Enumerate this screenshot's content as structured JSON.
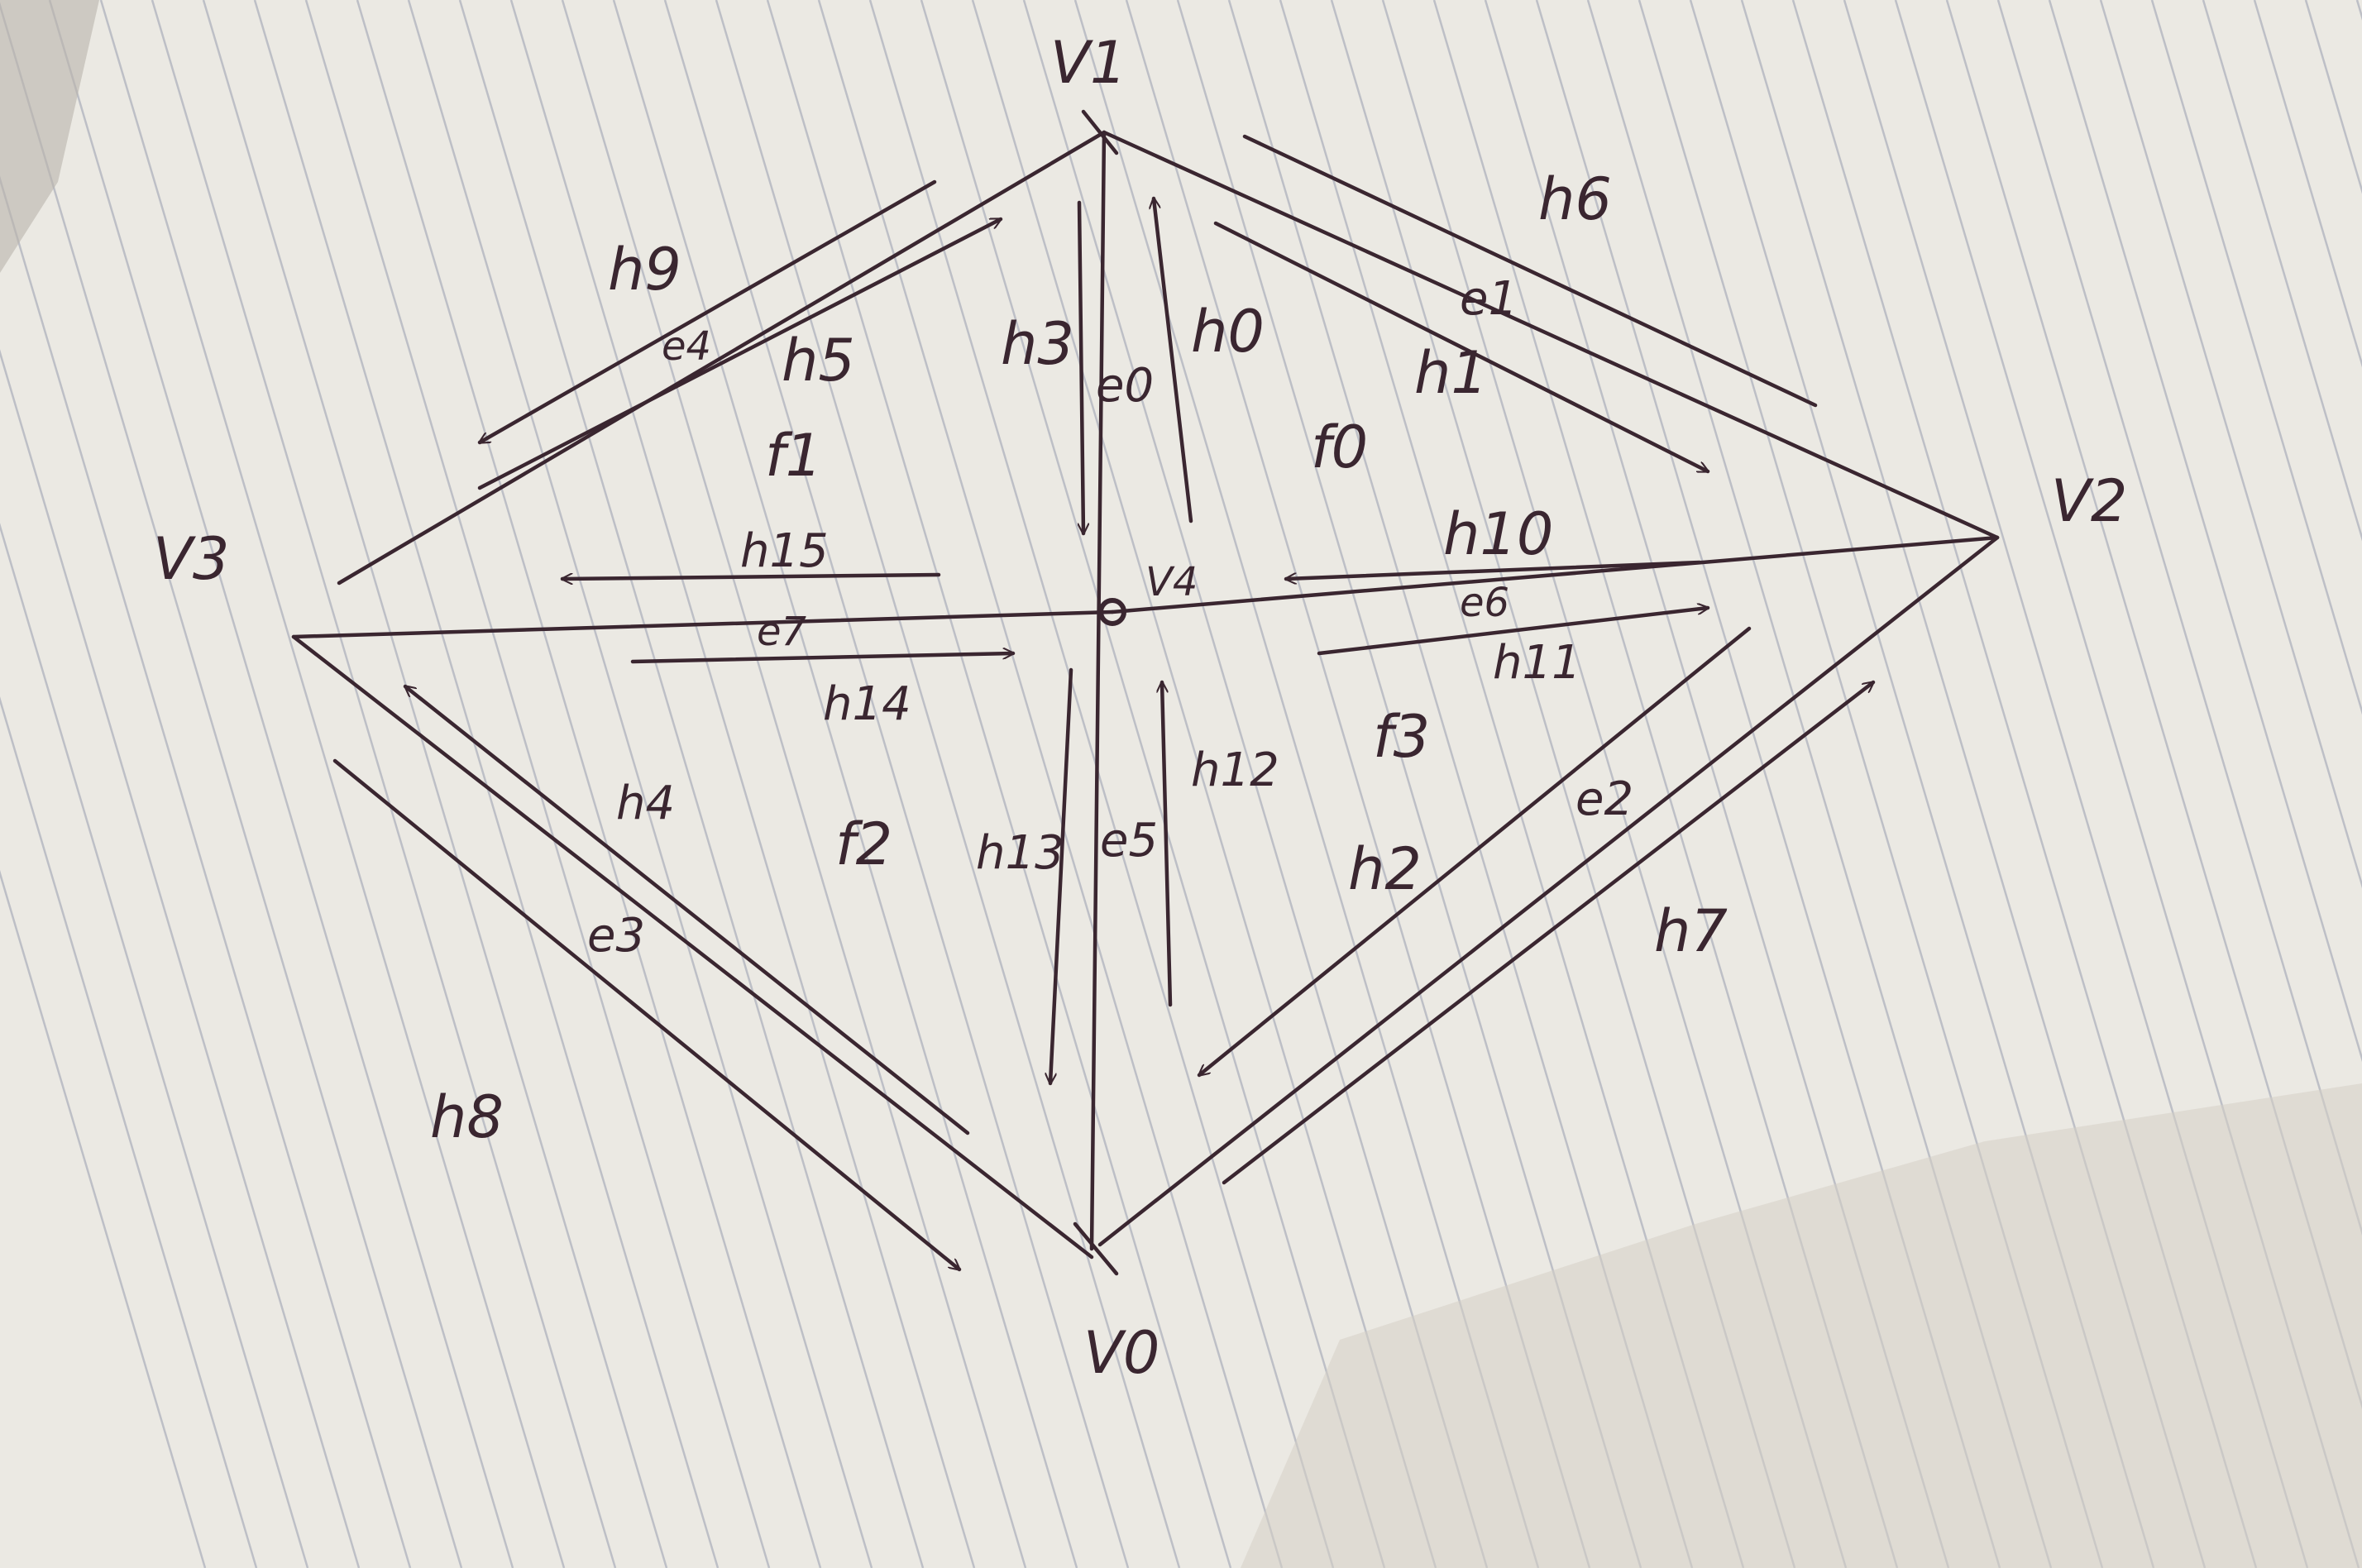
{
  "diagram": {
    "vertices": [
      {
        "id": "v0",
        "label": "V0"
      },
      {
        "id": "v1",
        "label": "V1"
      },
      {
        "id": "v2",
        "label": "V2"
      },
      {
        "id": "v3",
        "label": "V3"
      },
      {
        "id": "v4",
        "label": "V4"
      }
    ],
    "edges": [
      {
        "id": "e0",
        "label": "e0"
      },
      {
        "id": "e1",
        "label": "e1"
      },
      {
        "id": "e2",
        "label": "e2"
      },
      {
        "id": "e3",
        "label": "e3"
      },
      {
        "id": "e4",
        "label": "e4"
      },
      {
        "id": "e5",
        "label": "e5"
      },
      {
        "id": "e6",
        "label": "e6"
      },
      {
        "id": "e7",
        "label": "e7"
      }
    ],
    "faces": [
      {
        "id": "f0",
        "label": "f0"
      },
      {
        "id": "f1",
        "label": "f1"
      },
      {
        "id": "f2",
        "label": "f2"
      },
      {
        "id": "f3",
        "label": "f3"
      }
    ],
    "halfedges": [
      {
        "id": "h0",
        "label": "h0"
      },
      {
        "id": "h1",
        "label": "h1"
      },
      {
        "id": "h2",
        "label": "h2"
      },
      {
        "id": "h3",
        "label": "h3"
      },
      {
        "id": "h4",
        "label": "h4"
      },
      {
        "id": "h5",
        "label": "h5"
      },
      {
        "id": "h6",
        "label": "h6"
      },
      {
        "id": "h7",
        "label": "h7"
      },
      {
        "id": "h8",
        "label": "h8"
      },
      {
        "id": "h9",
        "label": "h9"
      },
      {
        "id": "h10",
        "label": "h10"
      },
      {
        "id": "h11",
        "label": "h11"
      },
      {
        "id": "h12",
        "label": "h12"
      },
      {
        "id": "h13",
        "label": "h13"
      },
      {
        "id": "h14",
        "label": "h14"
      },
      {
        "id": "h15",
        "label": "h15"
      }
    ]
  }
}
